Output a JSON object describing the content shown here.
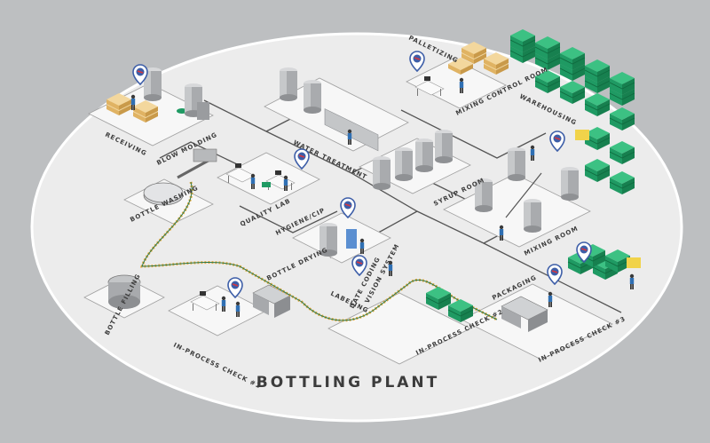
{
  "title": "BOTTLING PLANT",
  "areas": {
    "receiving": "RECEIVING",
    "blow_molding": "BLOW MOLDING",
    "bottle_washing": "BOTTLE WASHING",
    "quality_lab": "QUALITY LAB",
    "water_treatment": "WATER TREATMENT",
    "palletizing": "PALLETIZING",
    "mixing_control_room": "MIXING CONTROL ROOM",
    "warehousing": "WAREHOUSING",
    "syrup_room": "SYRUP ROOM",
    "mixing_room": "MIXING ROOM",
    "hygiene_cip": "HYGIENE/CIP",
    "bottle_drying": "BOTTLE DRYING",
    "vision_system": "VISION SYSTEM",
    "date_coding": "DATE CODING",
    "labeling": "LABELING",
    "packaging": "PACKAGING",
    "bottle_filling": "BOTTLE FILLING",
    "in_process_check_1": "IN-PROCESS CHECK #1",
    "in_process_check_2": "IN-PROCESS CHECK #2",
    "in_process_check_3": "IN-PROCESS CHECK #3"
  },
  "colors": {
    "background": "#bdbfc1",
    "floor": "#ececec",
    "platform": "#f7f7f7",
    "machine": "#b7b9bb",
    "crate": "#1f9a63",
    "pallet": "#e8c27c",
    "pin": "#3d5ea8",
    "pin_accent": "#d9363e",
    "line": "#555555"
  }
}
